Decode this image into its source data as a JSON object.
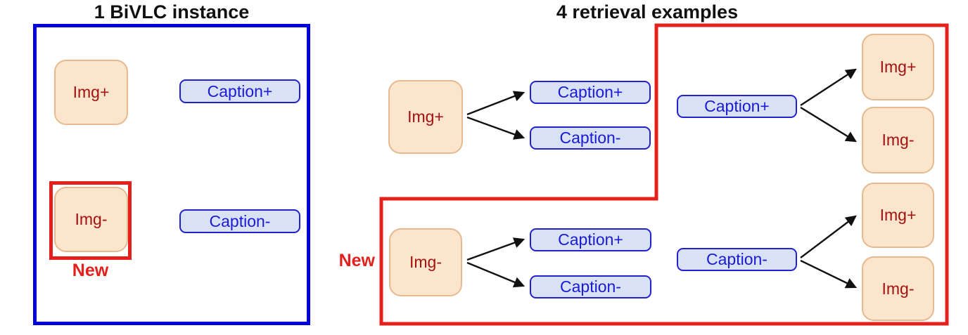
{
  "colors": {
    "frame_blue": "#0000dd",
    "frame_red": "#e3201b",
    "img_fill": "#fbe5cd",
    "img_border": "#e6b98e",
    "img_text": "#a31111",
    "caption_fill": "#d9e2f5",
    "caption_border": "#2222cc",
    "caption_text": "#1a1ad6",
    "arrow": "#111111",
    "title_text": "#111111"
  },
  "left_panel": {
    "title": "1 BiVLC instance",
    "img_pos": "Img+",
    "cap_pos": "Caption+",
    "img_neg": "Img-",
    "cap_neg": "Caption-",
    "new_label": "New"
  },
  "right_panel": {
    "title": "4 retrieval examples",
    "new_label": "New",
    "groups": [
      {
        "source": "Img+",
        "targets": [
          "Caption+",
          "Caption-"
        ]
      },
      {
        "source": "Caption+",
        "targets": [
          "Img+",
          "Img-"
        ]
      },
      {
        "source": "Img-",
        "targets": [
          "Caption+",
          "Caption-"
        ]
      },
      {
        "source": "Caption-",
        "targets": [
          "Img+",
          "Img-"
        ]
      }
    ]
  }
}
